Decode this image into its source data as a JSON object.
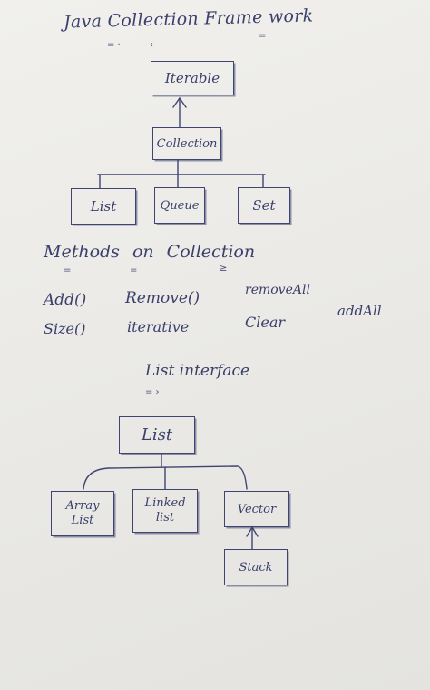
{
  "title": "Java Collection Frame work",
  "hierarchy1": {
    "root": "Iterable",
    "child": "Collection",
    "leaves": [
      "List",
      "Queue",
      "Set"
    ]
  },
  "methods": {
    "heading": "Methods on Collection",
    "items": [
      "Add()",
      "Remove()",
      "removeAll",
      "addAll",
      "Size()",
      "iterative",
      "Clear"
    ]
  },
  "hierarchy2": {
    "heading": "List interface",
    "root": "List",
    "children": [
      "Array List",
      "Linked list",
      "Vector"
    ],
    "grandchild": "Stack"
  }
}
